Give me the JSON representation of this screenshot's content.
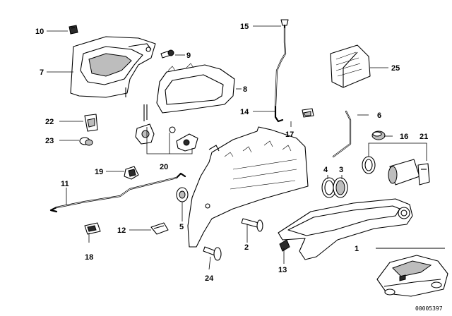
{
  "diagram": {
    "callouts": [
      {
        "id": "c1",
        "label": "1"
      },
      {
        "id": "c2",
        "label": "2"
      },
      {
        "id": "c3",
        "label": "3"
      },
      {
        "id": "c4",
        "label": "4"
      },
      {
        "id": "c5",
        "label": "5"
      },
      {
        "id": "c6",
        "label": "6"
      },
      {
        "id": "c7",
        "label": "7"
      },
      {
        "id": "c8",
        "label": "8"
      },
      {
        "id": "c9",
        "label": "9"
      },
      {
        "id": "c10",
        "label": "10"
      },
      {
        "id": "c11",
        "label": "11"
      },
      {
        "id": "c12",
        "label": "12"
      },
      {
        "id": "c13",
        "label": "13"
      },
      {
        "id": "c14",
        "label": "14"
      },
      {
        "id": "c15",
        "label": "15"
      },
      {
        "id": "c16",
        "label": "16"
      },
      {
        "id": "c17",
        "label": "17"
      },
      {
        "id": "c18",
        "label": "18"
      },
      {
        "id": "c19",
        "label": "19"
      },
      {
        "id": "c20",
        "label": "20"
      },
      {
        "id": "c21",
        "label": "21"
      },
      {
        "id": "c22",
        "label": "22"
      },
      {
        "id": "c23",
        "label": "23"
      },
      {
        "id": "c24",
        "label": "24"
      },
      {
        "id": "c25",
        "label": "25"
      }
    ],
    "reference_number": "00005397"
  }
}
